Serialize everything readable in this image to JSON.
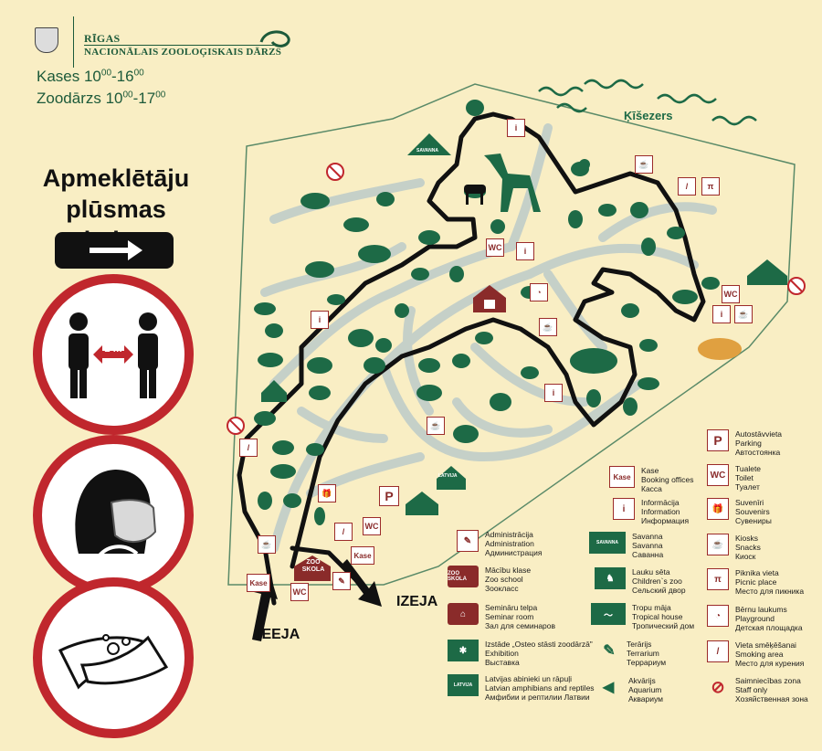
{
  "header": {
    "logo_line1": "RĪGAS",
    "logo_line2": "NACIONĀLAIS ZOOLOĢISKAIS DĀRZS",
    "hours_ticket_label": "Kases 10",
    "hours_ticket_open_sup": "00",
    "hours_ticket_dash": "-16",
    "hours_ticket_close_sup": "00",
    "hours_zoo_label": "Zoodārzs 10",
    "hours_zoo_open_sup": "00",
    "hours_zoo_dash": "-17",
    "hours_zoo_close_sup": "00"
  },
  "flow": {
    "title_line1": "Apmeklētāju",
    "title_line2": "plūsmas virziens"
  },
  "distancing": {
    "distance_label": "2 m"
  },
  "map": {
    "lake_label": "Ķīšezers",
    "entrance_label": "IEEJA",
    "exit_label": "IZEJA",
    "marker_kase": "Kase",
    "marker_wc": "WC",
    "marker_info": "i",
    "marker_parking": "P",
    "zoo_school_line1": "ZOO",
    "zoo_school_line2": "SKOLA",
    "latvija_sign": "LATVIJA",
    "savanna_sign": "SAVANNA"
  },
  "legend": {
    "left": [
      {
        "name": "administration",
        "lines": [
          "Administrācija",
          "Administration",
          "Администрация"
        ]
      },
      {
        "name": "classroom",
        "lines": [
          "Mācību klase",
          "Zoo school",
          "Зоокласс"
        ]
      },
      {
        "name": "seminar",
        "lines": [
          "Semināru telpa",
          "Seminar room",
          "Зал для семинаров"
        ]
      },
      {
        "name": "exhibition",
        "lines": [
          "Izstāde „Osteo stāsti zoodārzā\"",
          "Exhibition",
          "Выставка"
        ]
      },
      {
        "name": "latvian-amphibians",
        "lines": [
          "Latvijas abinieki un rāpuļi",
          "Latvian amphibians and reptiles",
          "Амфибии и рептилии Латвии"
        ]
      }
    ],
    "middle": [
      {
        "name": "booking",
        "icon": "Kase",
        "lines": [
          "Kase",
          "Booking offices",
          "Касса"
        ]
      },
      {
        "name": "information",
        "icon": "i",
        "lines": [
          "Informācija",
          "Information",
          "Информация"
        ]
      },
      {
        "name": "savanna",
        "lines": [
          "Savanna",
          "Savanna",
          "Саванна"
        ]
      },
      {
        "name": "childrens-zoo",
        "lines": [
          "Lauku sēta",
          "Children`s zoo",
          "Сельский двор"
        ]
      },
      {
        "name": "tropical-house",
        "lines": [
          "Tropu māja",
          "Tropical house",
          "Тропический дом"
        ]
      },
      {
        "name": "terrarium",
        "lines": [
          "Terārijs",
          "Terrarium",
          "Террариум"
        ]
      },
      {
        "name": "aquarium",
        "lines": [
          "Akvārijs",
          "Aquarium",
          "Аквариум"
        ]
      }
    ],
    "right": [
      {
        "name": "parking",
        "icon": "P",
        "lines": [
          "Autostāvvieta",
          "Parking",
          "Автостоянка"
        ]
      },
      {
        "name": "toilet",
        "icon": "WC",
        "lines": [
          "Tualete",
          "Toilet",
          "Туалет"
        ]
      },
      {
        "name": "souvenirs",
        "icon": "🎁",
        "lines": [
          "Suvenīri",
          "Souvenirs",
          "Сувениры"
        ]
      },
      {
        "name": "kiosks",
        "icon": "☕",
        "lines": [
          "Kiosks",
          "Snacks",
          "Киоск"
        ]
      },
      {
        "name": "picnic",
        "icon": "π",
        "lines": [
          "Piknika vieta",
          "Picnic place",
          "Место для пикника"
        ]
      },
      {
        "name": "playground",
        "icon": "◔",
        "lines": [
          "Bērnu laukums",
          "Playground",
          "Детская площадка"
        ]
      },
      {
        "name": "smoking",
        "icon": "/",
        "lines": [
          "Vieta smēķēšanai",
          "Smoking area",
          "Место для курения"
        ]
      },
      {
        "name": "staff-only",
        "icon": "⊘",
        "lines": [
          "Saimniecības zona",
          "Staff only",
          "Хозяйственная зона"
        ]
      }
    ]
  },
  "colors": {
    "background": "#f9eec4",
    "green": "#1d6a46",
    "red": "#c0272d",
    "brown": "#8a2b2a",
    "path": "#c5d0c8"
  }
}
